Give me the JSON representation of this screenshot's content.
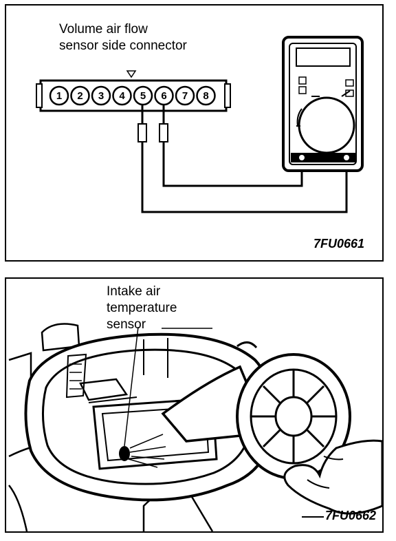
{
  "top_panel": {
    "caption_line1": "Volume air flow",
    "caption_line2": "sensor side connector",
    "pins": [
      "1",
      "2",
      "3",
      "4",
      "5",
      "6",
      "7",
      "8"
    ],
    "figure_code": "7FU0661"
  },
  "bottom_panel": {
    "caption_line1": "Intake air",
    "caption_line2": "temperature",
    "caption_line3": "sensor",
    "figure_code": "7FU0662"
  }
}
